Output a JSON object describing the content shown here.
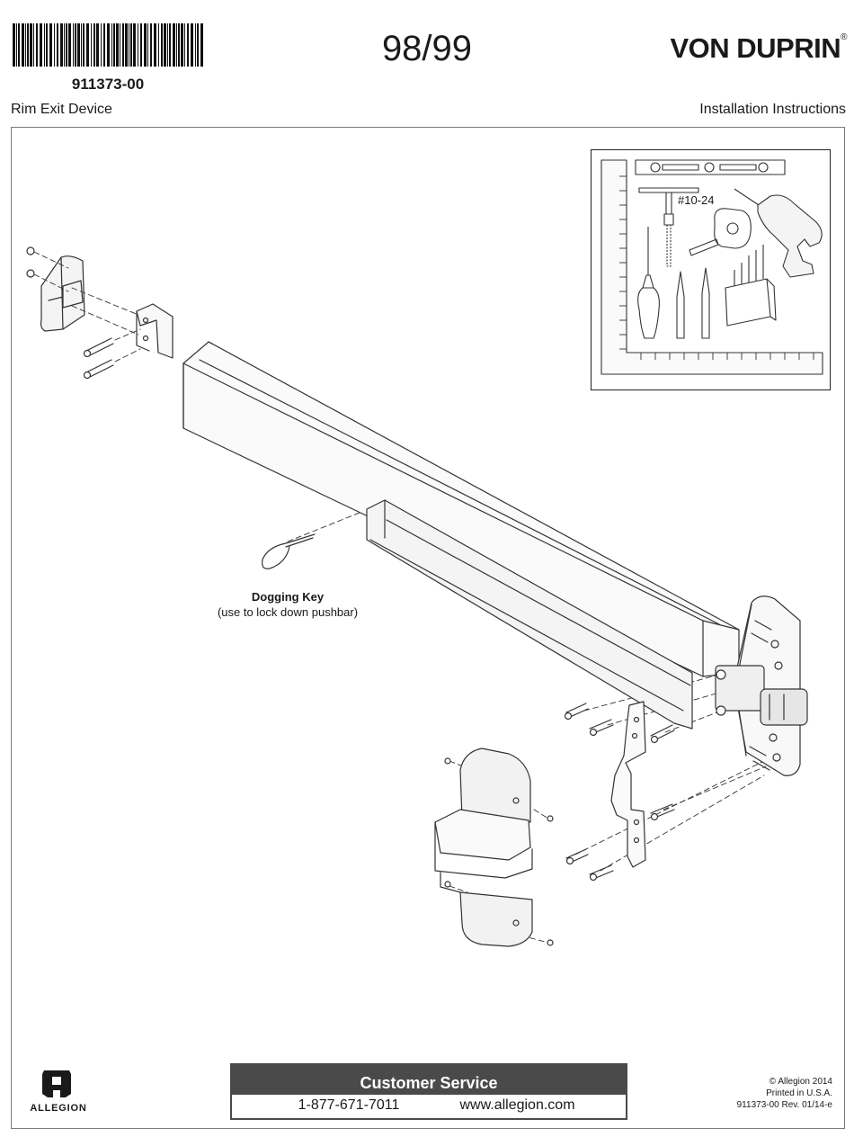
{
  "header": {
    "part_number": "911373-00",
    "model": "98/99",
    "brand": "VON DUPRIN",
    "brand_mark": "®",
    "product_name": "Rim Exit Device",
    "document_type": "Installation Instructions"
  },
  "tools": {
    "tap_size": "#10-24",
    "icons": [
      "level-icon",
      "tap-wrench-icon",
      "tape-measure-icon",
      "drill-icon",
      "screwdriver-icon",
      "pencil-icon",
      "drill-bits-icon",
      "ruler-icon"
    ]
  },
  "diagram": {
    "dogging_key_label": "Dogging Key",
    "dogging_key_note": "(use to lock down pushbar)"
  },
  "customer_service": {
    "title": "Customer Service",
    "phone": "1-877-671-7011",
    "website": "www.allegion.com"
  },
  "footer": {
    "company": "ALLEGION",
    "copyright": "© Allegion 2014",
    "printed": "Printed in U.S.A.",
    "revision": "911373-00 Rev. 01/14-e"
  },
  "colors": {
    "ink": "#1a1a1a",
    "line_art": "#333333",
    "banner": "#4a4a4a",
    "frame": "#7a7a7a"
  }
}
